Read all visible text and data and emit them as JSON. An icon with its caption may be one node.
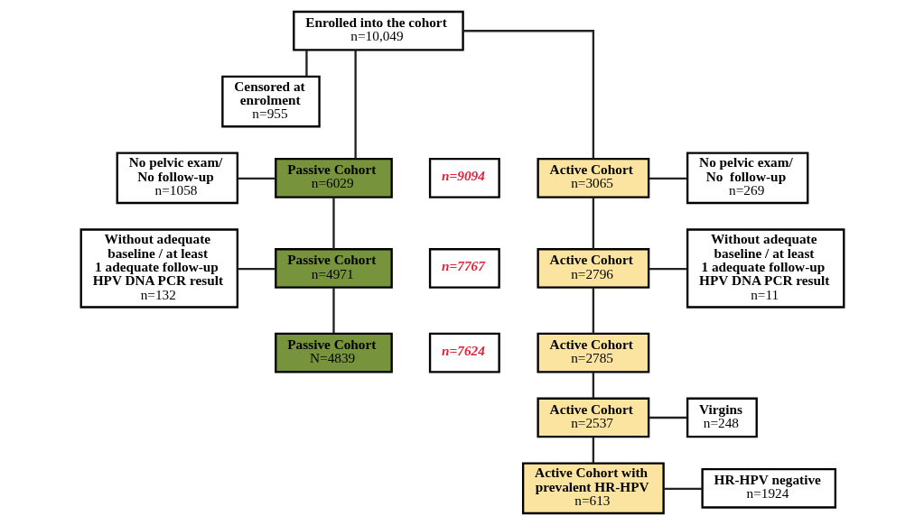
{
  "diagram": {
    "nodes": [
      {
        "text": [
          "Enrolled into the cohort",
          "n=10,049"
        ]
      },
      {
        "text": [
          "Censored at enrolment",
          "n=955"
        ]
      },
      {
        "text": [
          "Passive Cohort",
          "n=6029"
        ]
      },
      {
        "text": [
          "n=9094"
        ]
      },
      {
        "text": [
          "Active Cohort",
          "n=3065"
        ]
      },
      {
        "text": [
          "No pelvic exam/ No follow-up",
          "n=1058"
        ]
      },
      {
        "text": [
          "No pelvic exam/ No  follow-up",
          "n=269"
        ]
      },
      {
        "text": [
          "Passive Cohort",
          "n=4971"
        ]
      },
      {
        "text": [
          "n=7767"
        ]
      },
      {
        "text": [
          "Active Cohort",
          "n=2796"
        ]
      },
      {
        "text": [
          "Without adequate baseline / at least 1 adequate follow-up HPV DNA PCR result",
          "n=132"
        ]
      },
      {
        "text": [
          "Without adequate baseline / at least 1 adequate follow-up HPV DNA PCR result",
          "n=11"
        ]
      },
      {
        "text": [
          "Passive Cohort",
          "N=4839"
        ]
      },
      {
        "text": [
          "n=7624"
        ]
      },
      {
        "text": [
          "Active Cohort",
          "n=2785"
        ]
      },
      {
        "text": [
          "Active Cohort",
          "n=2537"
        ]
      },
      {
        "text": [
          "Virgins",
          "n=248"
        ]
      },
      {
        "text": [
          "Active Cohort with prevalent HR-HPV",
          "n=613"
        ]
      },
      {
        "text": [
          "HR-HPV negative",
          "n=1924"
        ]
      }
    ],
    "edges": [
      {
        "from": 0,
        "to": 1,
        "arrow": "none"
      },
      {
        "from": 0,
        "to": 2,
        "arrow": "none"
      },
      {
        "from": 0,
        "to": 4,
        "arrow": "none"
      },
      {
        "from": 5,
        "to": 2,
        "arrow": "none"
      },
      {
        "from": 4,
        "to": 6,
        "arrow": "none"
      },
      {
        "from": 2,
        "to": 7,
        "arrow": "none"
      },
      {
        "from": 10,
        "to": 7,
        "arrow": "none"
      },
      {
        "from": 4,
        "to": 9,
        "arrow": "none"
      },
      {
        "from": 9,
        "to": 11,
        "arrow": "none"
      },
      {
        "from": 7,
        "to": 12,
        "arrow": "none"
      },
      {
        "from": 9,
        "to": 14,
        "arrow": "none"
      },
      {
        "from": 14,
        "to": 15,
        "arrow": "none"
      },
      {
        "from": 15,
        "to": 16,
        "arrow": "none"
      },
      {
        "from": 15,
        "to": 17,
        "arrow": "none"
      },
      {
        "from": 17,
        "to": 18,
        "arrow": "none"
      }
    ]
  }
}
